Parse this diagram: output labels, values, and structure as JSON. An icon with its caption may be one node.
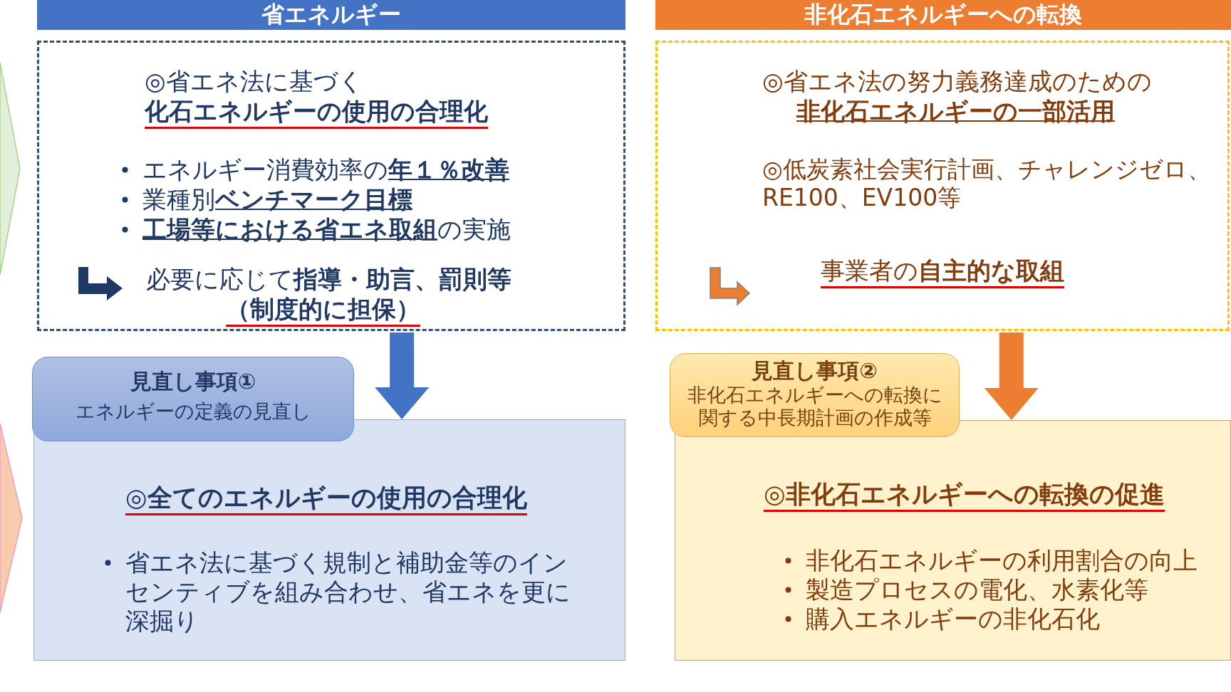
{
  "diagram": {
    "nodes": [
      {
        "text": [
          "省エネルギー"
        ]
      },
      {
        "text": [
          "◎省エネ法に基づく",
          "化石エネルギーの使用の合理化",
          "エネルギー消費効率の**年１％改善**",
          "業種別**ベンチマーク目標**",
          "**工場等における省エネ取組**の実施",
          "必要に応じて**指導・助言、罰則等**",
          "（制度的に担保）"
        ]
      },
      {
        "text": [
          "見直し事項①",
          "エネルギーの定義の見直し"
        ]
      },
      {
        "text": [
          "◎全てのエネルギーの使用の合理化",
          "省エネ法に基づく規制と補助金等のインセンティブを組み合わせ、省エネを更に深掘り"
        ]
      },
      {
        "text": [
          "非化石エネルギーへの転換"
        ]
      },
      {
        "text": [
          "◎省エネ法の努力義務達成のための",
          "非化石エネルギーの一部活用",
          "◎低炭素社会実行計画、チャレンジゼロ、RE100、EV100等",
          "事業者の**自主的な取組**"
        ]
      },
      {
        "text": [
          "見直し事項②",
          "非化石エネルギーへの転換に関する中長期計画の作成等"
        ]
      },
      {
        "text": [
          "◎非化石エネルギーへの転換の促進",
          "非化石エネルギーの利用割合の向上",
          "製造プロセスの電化、水素化等",
          "購入エネルギーの非化石化"
        ]
      },
      {
        "text": [],
        "shape": "chevron"
      },
      {
        "text": [],
        "shape": "chevron"
      }
    ],
    "edges": [
      {
        "from": 1,
        "to": 3,
        "arrow": "to",
        "color": "#4472c4"
      },
      {
        "from": 5,
        "to": 7,
        "arrow": "to",
        "color": "#ed7d31"
      }
    ]
  }
}
